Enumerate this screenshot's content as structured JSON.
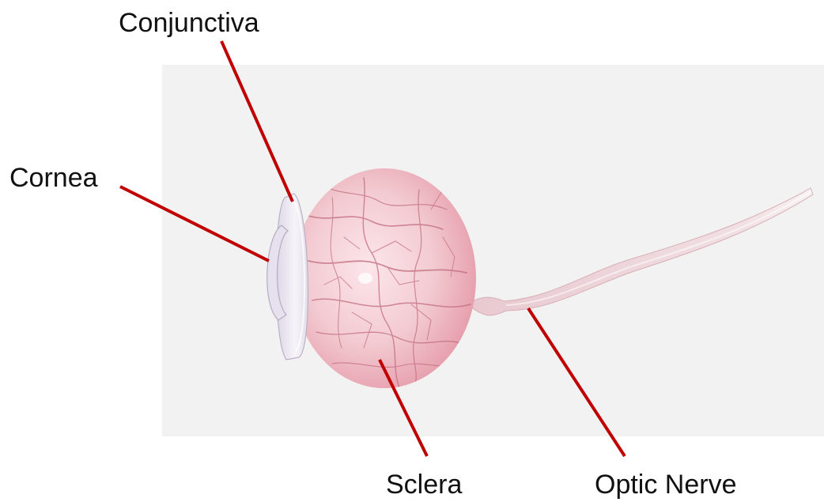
{
  "labels": {
    "conjunctiva": "Conjunctiva",
    "cornea": "Cornea",
    "sclera": "Sclera",
    "optic_nerve": "Optic Nerve"
  },
  "colors": {
    "background": "#ffffff",
    "panel": "#f2f2f2",
    "leader_line": "#c00000",
    "sclera": "#f1c6cc",
    "veins": "#c06a7d",
    "cornea": "#ece8f2",
    "nerve": "#ecd6da"
  }
}
